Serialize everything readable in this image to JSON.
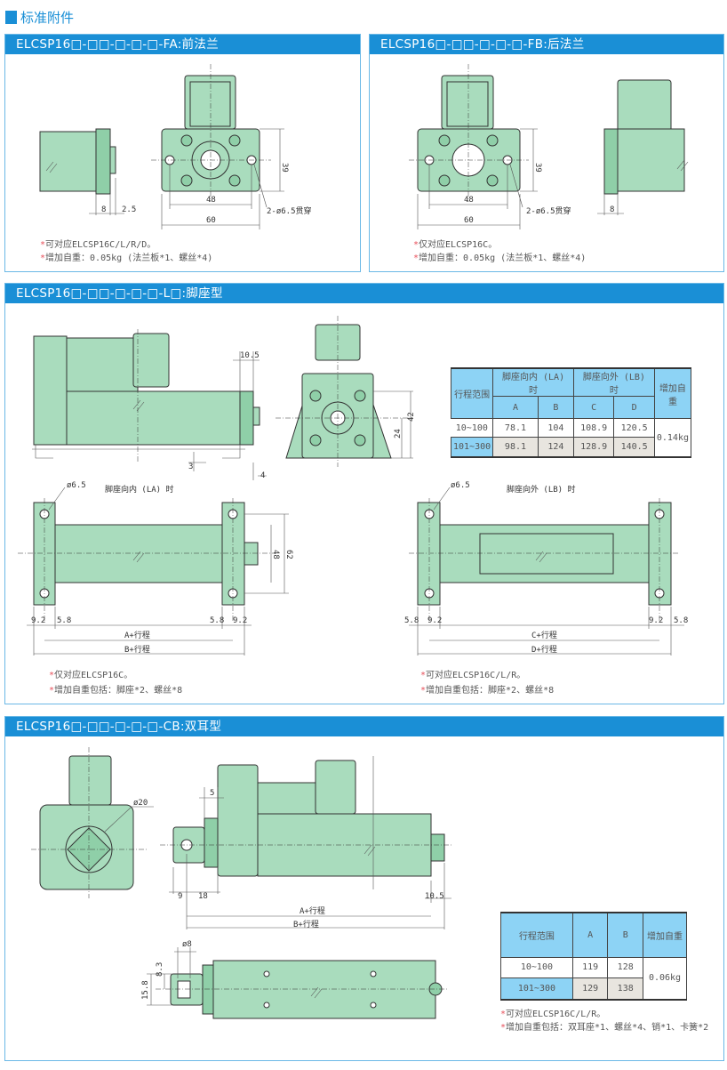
{
  "page_title": "标准附件",
  "sections": {
    "fa": {
      "header": "ELCSP16□-□□-□-□-□-FA:前法兰",
      "dims": {
        "d8": "8",
        "d2_5": "2.5",
        "d48": "48",
        "d60": "60",
        "d39": "39",
        "hole": "2-ø6.5贯穿"
      },
      "notes": [
        "可对应ELCSP16C/L/R/D。",
        "增加自重：0.05kg (法兰板*1、螺丝*4)"
      ]
    },
    "fb": {
      "header": "ELCSP16□-□□-□-□-□-FB:后法兰",
      "dims": {
        "d39": "39",
        "d48": "48",
        "d60": "60",
        "hole": "2-ø6.5贯穿",
        "d8": "8"
      },
      "notes": [
        "仅对应ELCSP16C。",
        "增加自重：0.05kg (法兰板*1、螺丝*4)"
      ]
    },
    "l": {
      "header": "ELCSP16□-□□-□-□-□-L□:脚座型",
      "dims": {
        "d10_5": "10.5",
        "d42": "42",
        "d24": "24",
        "d3": "3",
        "d4": "4"
      },
      "la": {
        "title": "脚座向内 (LA) 时",
        "hole": "ø6.5",
        "d48": "48",
        "d62": "62",
        "d9_2a": "9.2",
        "d5_8a": "5.8",
        "d5_8b": "5.8",
        "d9_2b": "9.2",
        "a_stroke": "A+行程",
        "b_stroke": "B+行程",
        "notes": [
          "仅对应ELCSP16C。",
          "增加自重包括：脚座*2、螺丝*8"
        ]
      },
      "lb": {
        "title": "脚座向外 (LB) 时",
        "hole": "ø6.5",
        "d5_8a": "5.8",
        "d9_2a": "9.2",
        "d9_2b": "9.2",
        "d5_8b": "5.8",
        "c_stroke": "C+行程",
        "d_stroke": "D+行程",
        "notes": [
          "可对应ELCSP16C/L/R。",
          "增加自重包括：脚座*2、螺丝*8"
        ]
      },
      "table": {
        "h_range": "行程范围",
        "h_la": "脚座向内 (LA) 时",
        "h_lb": "脚座向外 (LB) 时",
        "h_weight": "增加自重",
        "cols": [
          "A",
          "B",
          "C",
          "D"
        ],
        "rows": [
          {
            "range": "10~100",
            "values": [
              "78.1",
              "104",
              "108.9",
              "120.5"
            ]
          },
          {
            "range": "101~300",
            "values": [
              "98.1",
              "124",
              "128.9",
              "140.5"
            ]
          }
        ],
        "weight": "0.14kg"
      }
    },
    "cb": {
      "header": "ELCSP16□-□□-□-□-□-CB:双耳型",
      "dims": {
        "d20": "ø20",
        "d5": "5",
        "d9": "9",
        "d18": "18",
        "d10_5": "10.5",
        "a_stroke": "A+行程",
        "b_stroke": "B+行程",
        "d8": "ø8",
        "d8_3": "8.3",
        "d15_8": "15.8"
      },
      "table": {
        "h_range": "行程范围",
        "cols": [
          "A",
          "B"
        ],
        "h_weight": "增加自重",
        "rows": [
          {
            "range": "10~100",
            "values": [
              "119",
              "128"
            ]
          },
          {
            "range": "101~300",
            "values": [
              "129",
              "138"
            ]
          }
        ],
        "weight": "0.06kg"
      },
      "notes": [
        "可对应ELCSP16C/L/R。",
        "增加自重包括：双耳座*1、螺丝*4、销*1、卡簧*2"
      ]
    }
  }
}
